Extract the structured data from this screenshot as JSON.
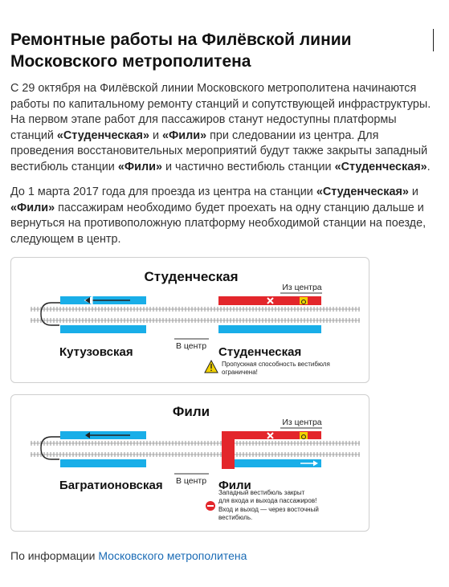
{
  "article": {
    "title": "Ремонтные работы на Филёвской линии Московского метрополитена",
    "p1": [
      {
        "t": "С 29 октября на Филёвской линии Московского метрополитена начинаются работы по капитальному ремонту станций и сопутствующей инфраструктуры. На первом этапе работ для пассажиров станут недоступны платформы станций ",
        "b": false
      },
      {
        "t": "«Студенческая»",
        "b": true
      },
      {
        "t": " и ",
        "b": false
      },
      {
        "t": "«Фили»",
        "b": true
      },
      {
        "t": " при следовании из центра. Для проведения восстановительных мероприятий будут также закрыты западный вестибюль станции ",
        "b": false
      },
      {
        "t": "«Фили»",
        "b": true
      },
      {
        "t": " и частично вестибюль станции ",
        "b": false
      },
      {
        "t": "«Студенческая»",
        "b": true
      },
      {
        "t": ".",
        "b": false
      }
    ],
    "p2": [
      {
        "t": "До 1 марта 2017 года для проезда из центра на станции ",
        "b": false
      },
      {
        "t": "«Студенческая»",
        "b": true
      },
      {
        "t": " и ",
        "b": false
      },
      {
        "t": "«Фили»",
        "b": true
      },
      {
        "t": " пассажирам необходимо будет проехать на одну станцию дальше и вернуться на противоположную платформу необходимой станции на поезде, следующем в центр.",
        "b": false
      }
    ]
  },
  "diagram1": {
    "heading": "Студенческая",
    "from_center": "Из центра",
    "to_center": "В центр",
    "left_station": "Кутузовская",
    "right_station": "Студенческая",
    "note_line1": "Пропускная способность вестибюля",
    "note_line2": "ограничена!"
  },
  "diagram2": {
    "heading": "Фили",
    "from_center": "Из центра",
    "to_center": "В центр",
    "left_station": "Багратионовская",
    "right_station": "Фили",
    "note_line1": "Западный вестибюль закрыт",
    "note_line2": "для входа и выхода пассажиров!",
    "note_line3": "Вход и выход — через восточный",
    "note_line4": "вестибюль."
  },
  "colors": {
    "platform_blue": "#19aee8",
    "closed_red": "#e3262b",
    "track": "#b5b5b5",
    "warning_yellow": "#f2d200",
    "link": "#1a6bb5"
  },
  "icons": {
    "cross": "x-mark-icon",
    "accessibility": "wheelchair-icon",
    "warning": "warning-triangle-icon",
    "no_entry": "no-entry-icon"
  },
  "footer": {
    "prefix": "По информации ",
    "link_text": "Московского метрополитена"
  }
}
